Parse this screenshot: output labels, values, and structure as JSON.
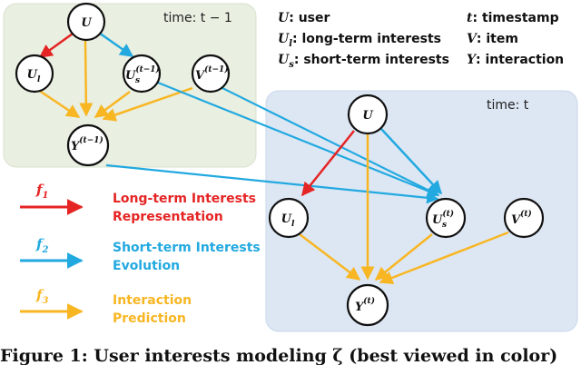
{
  "colors": {
    "red": "#e52424",
    "blue": "#22a9e0",
    "yellow": "#f8b623",
    "past_box": "#e9efe1",
    "current_box": "#dde7f4"
  },
  "boxes": {
    "past_label": "time: t − 1",
    "current_label": "time: t"
  },
  "nodes": {
    "u_past": {
      "base": "U",
      "sub": "",
      "sup": ""
    },
    "ul_past": {
      "base": "U",
      "sub": "l",
      "sup": ""
    },
    "us_past": {
      "base": "U",
      "sub": "s",
      "sup": "(t−1)"
    },
    "v_past": {
      "base": "V",
      "sub": "",
      "sup": "(t−1)"
    },
    "y_past": {
      "base": "Y",
      "sub": "",
      "sup": "(t−1)"
    },
    "u_cur": {
      "base": "U",
      "sub": "",
      "sup": ""
    },
    "ul_cur": {
      "base": "U",
      "sub": "l",
      "sup": ""
    },
    "us_cur": {
      "base": "U",
      "sub": "s",
      "sup": "(t)"
    },
    "v_cur": {
      "base": "V",
      "sub": "",
      "sup": "(t)"
    },
    "y_cur": {
      "base": "Y",
      "sub": "",
      "sup": "(t)"
    }
  },
  "notation": {
    "left": [
      {
        "sym": "U",
        "sub": "",
        "text": ": user"
      },
      {
        "sym": "U",
        "sub": "l",
        "text": ": long-term interests"
      },
      {
        "sym": "U",
        "sub": "s",
        "text": ": short-term interests"
      }
    ],
    "right": [
      {
        "sym": "t",
        "sub": "",
        "text": ": timestamp"
      },
      {
        "sym": "V",
        "sub": "",
        "text": ": item"
      },
      {
        "sym": "Y",
        "sub": "",
        "text": ": interaction"
      }
    ]
  },
  "legend": [
    {
      "sym": "f",
      "sub": "1",
      "color": "red",
      "line1": "Long-term Interests",
      "line2": "Representation"
    },
    {
      "sym": "f",
      "sub": "2",
      "color": "blue",
      "line1": "Short-term Interests",
      "line2": "Evolution"
    },
    {
      "sym": "f",
      "sub": "3",
      "color": "yellow",
      "line1": "Interaction",
      "line2": "Prediction"
    }
  ],
  "caption": "Figure 1: User interests modeling ζ (best viewed in color)"
}
